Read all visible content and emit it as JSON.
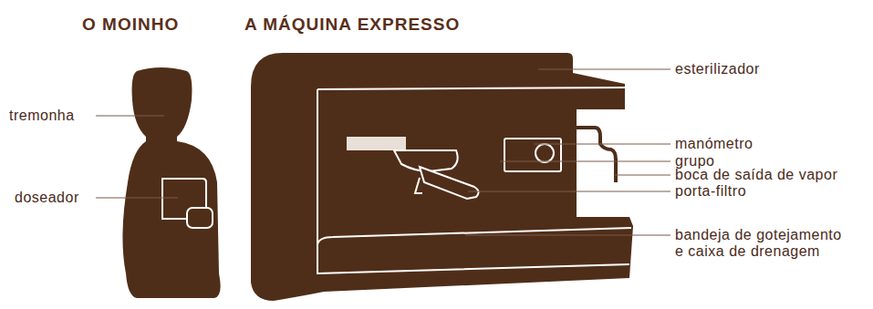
{
  "diagram": {
    "labels": [
      "O MOINHO",
      "A MÁQUINA EXPRESSO",
      "tremonha",
      "doseador",
      "esterilizador",
      "manómetro",
      "grupo",
      "boca de saída de vapor",
      "porta-filtro",
      "bandeja de gotejamento e caixa de drenagem"
    ]
  }
}
